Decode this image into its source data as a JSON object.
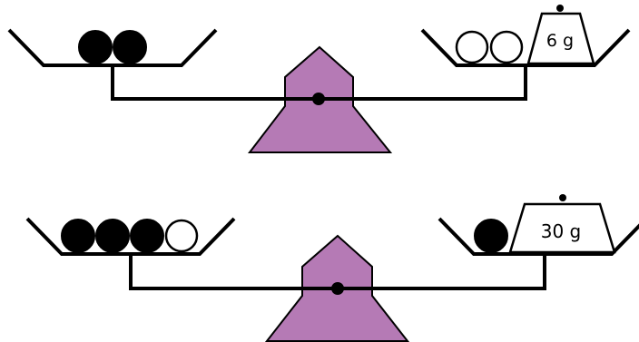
{
  "colors": {
    "stroke": "#000000",
    "fulcrum": "#b57ab5",
    "dark_ball": "#000000",
    "light_ball": "#ffffff",
    "weight_fill": "#ffffff"
  },
  "scales": [
    {
      "left_pan": {
        "balls": [
          "dark",
          "dark"
        ]
      },
      "right_pan": {
        "balls": [
          "light",
          "light"
        ],
        "weight": "6 g"
      }
    },
    {
      "left_pan": {
        "balls": [
          "dark",
          "dark",
          "dark",
          "light"
        ]
      },
      "right_pan": {
        "balls": [
          "dark"
        ],
        "weight": "30 g"
      }
    }
  ]
}
